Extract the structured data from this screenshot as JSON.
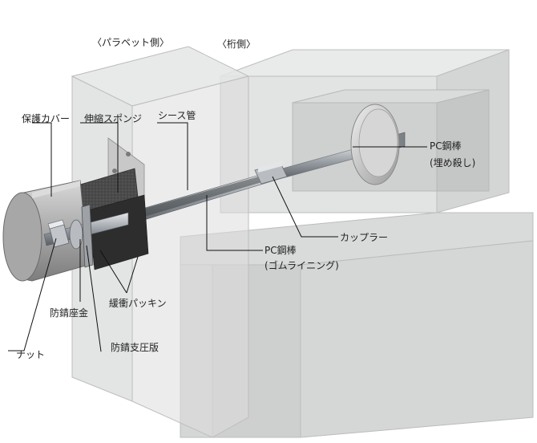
{
  "labels": {
    "parapet_side": "〈パラペット側〉",
    "girder_side": "〈桁側〉",
    "protective_cover": "保護カバー",
    "stretch_sponge": "伸縮スポンジ",
    "sheath_pipe": "シース管",
    "pc_bar_embedded_line1": "PC鋼棒",
    "pc_bar_embedded_line2": "(埋め殺し)",
    "pc_bar_rubber_line1": "PC鋼棒",
    "pc_bar_rubber_line2": "(ゴムライニング)",
    "coupler": "カップラー",
    "buffer_packing": "緩衝パッキン",
    "rustproof_washer": "防錆座金",
    "nut": "ナット",
    "rustproof_bearing_plate": "防錆支圧版"
  }
}
